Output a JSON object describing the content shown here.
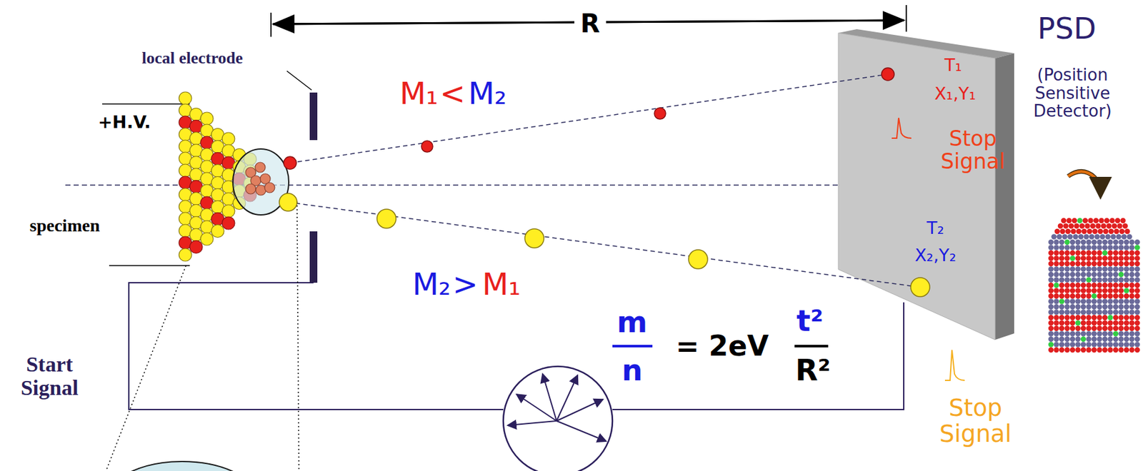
{
  "diagram": {
    "labels": [
      "R",
      "local electrode",
      "+H.V.",
      "specimen",
      "M₁",
      "<",
      "M₂",
      "M₂",
      ">",
      "M₁",
      "T₁",
      "X₁,Y₁",
      "Stop Signal",
      "T₂",
      "X₂,Y₂",
      "PSD",
      "(Position Sensitive Detector)",
      "Stop Signal",
      "Start Signal",
      "m",
      "n",
      "= 2eV",
      "t²",
      "R²"
    ]
  }
}
